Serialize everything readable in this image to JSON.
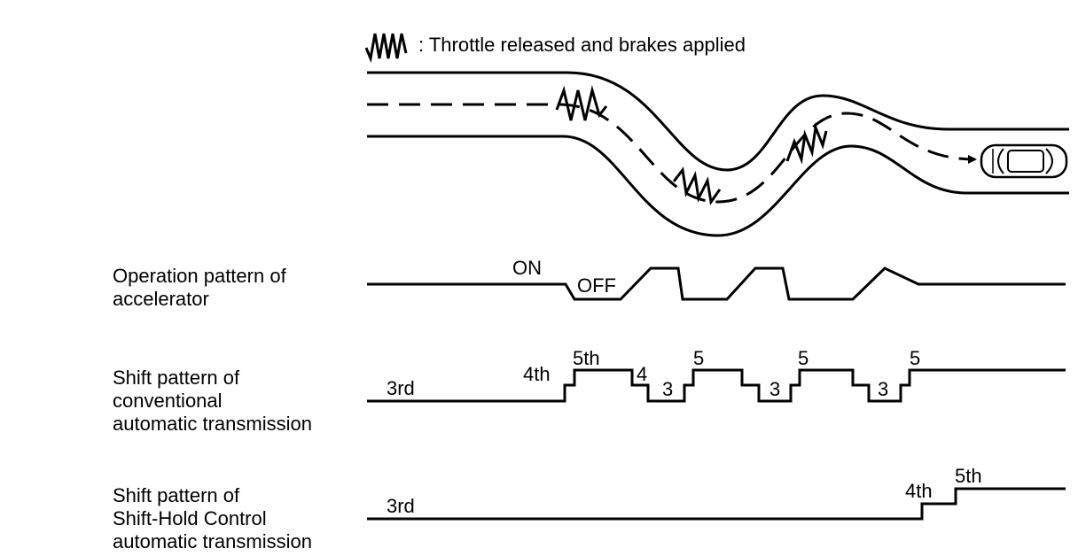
{
  "legend": {
    "text": ": Throttle released and brakes applied",
    "icon": "zigzag-icon"
  },
  "rows": {
    "accelerator": {
      "label_lines": [
        "Operation pattern of",
        "accelerator"
      ],
      "on_label": "ON",
      "off_label": "OFF"
    },
    "conventional": {
      "label_lines": [
        "Shift pattern of",
        "conventional",
        "automatic transmission"
      ],
      "gears": [
        "3rd",
        "4th",
        "5th",
        "4",
        "3",
        "5",
        "3",
        "5",
        "3",
        "5"
      ]
    },
    "shift_hold": {
      "label_lines": [
        "Shift pattern of",
        "Shift-Hold Control",
        "automatic transmission"
      ],
      "gears": [
        "3rd",
        "4th",
        "5th"
      ]
    }
  },
  "colors": {
    "ink": "#000000",
    "background": "#ffffff"
  },
  "car": {
    "icon": "car-icon"
  }
}
